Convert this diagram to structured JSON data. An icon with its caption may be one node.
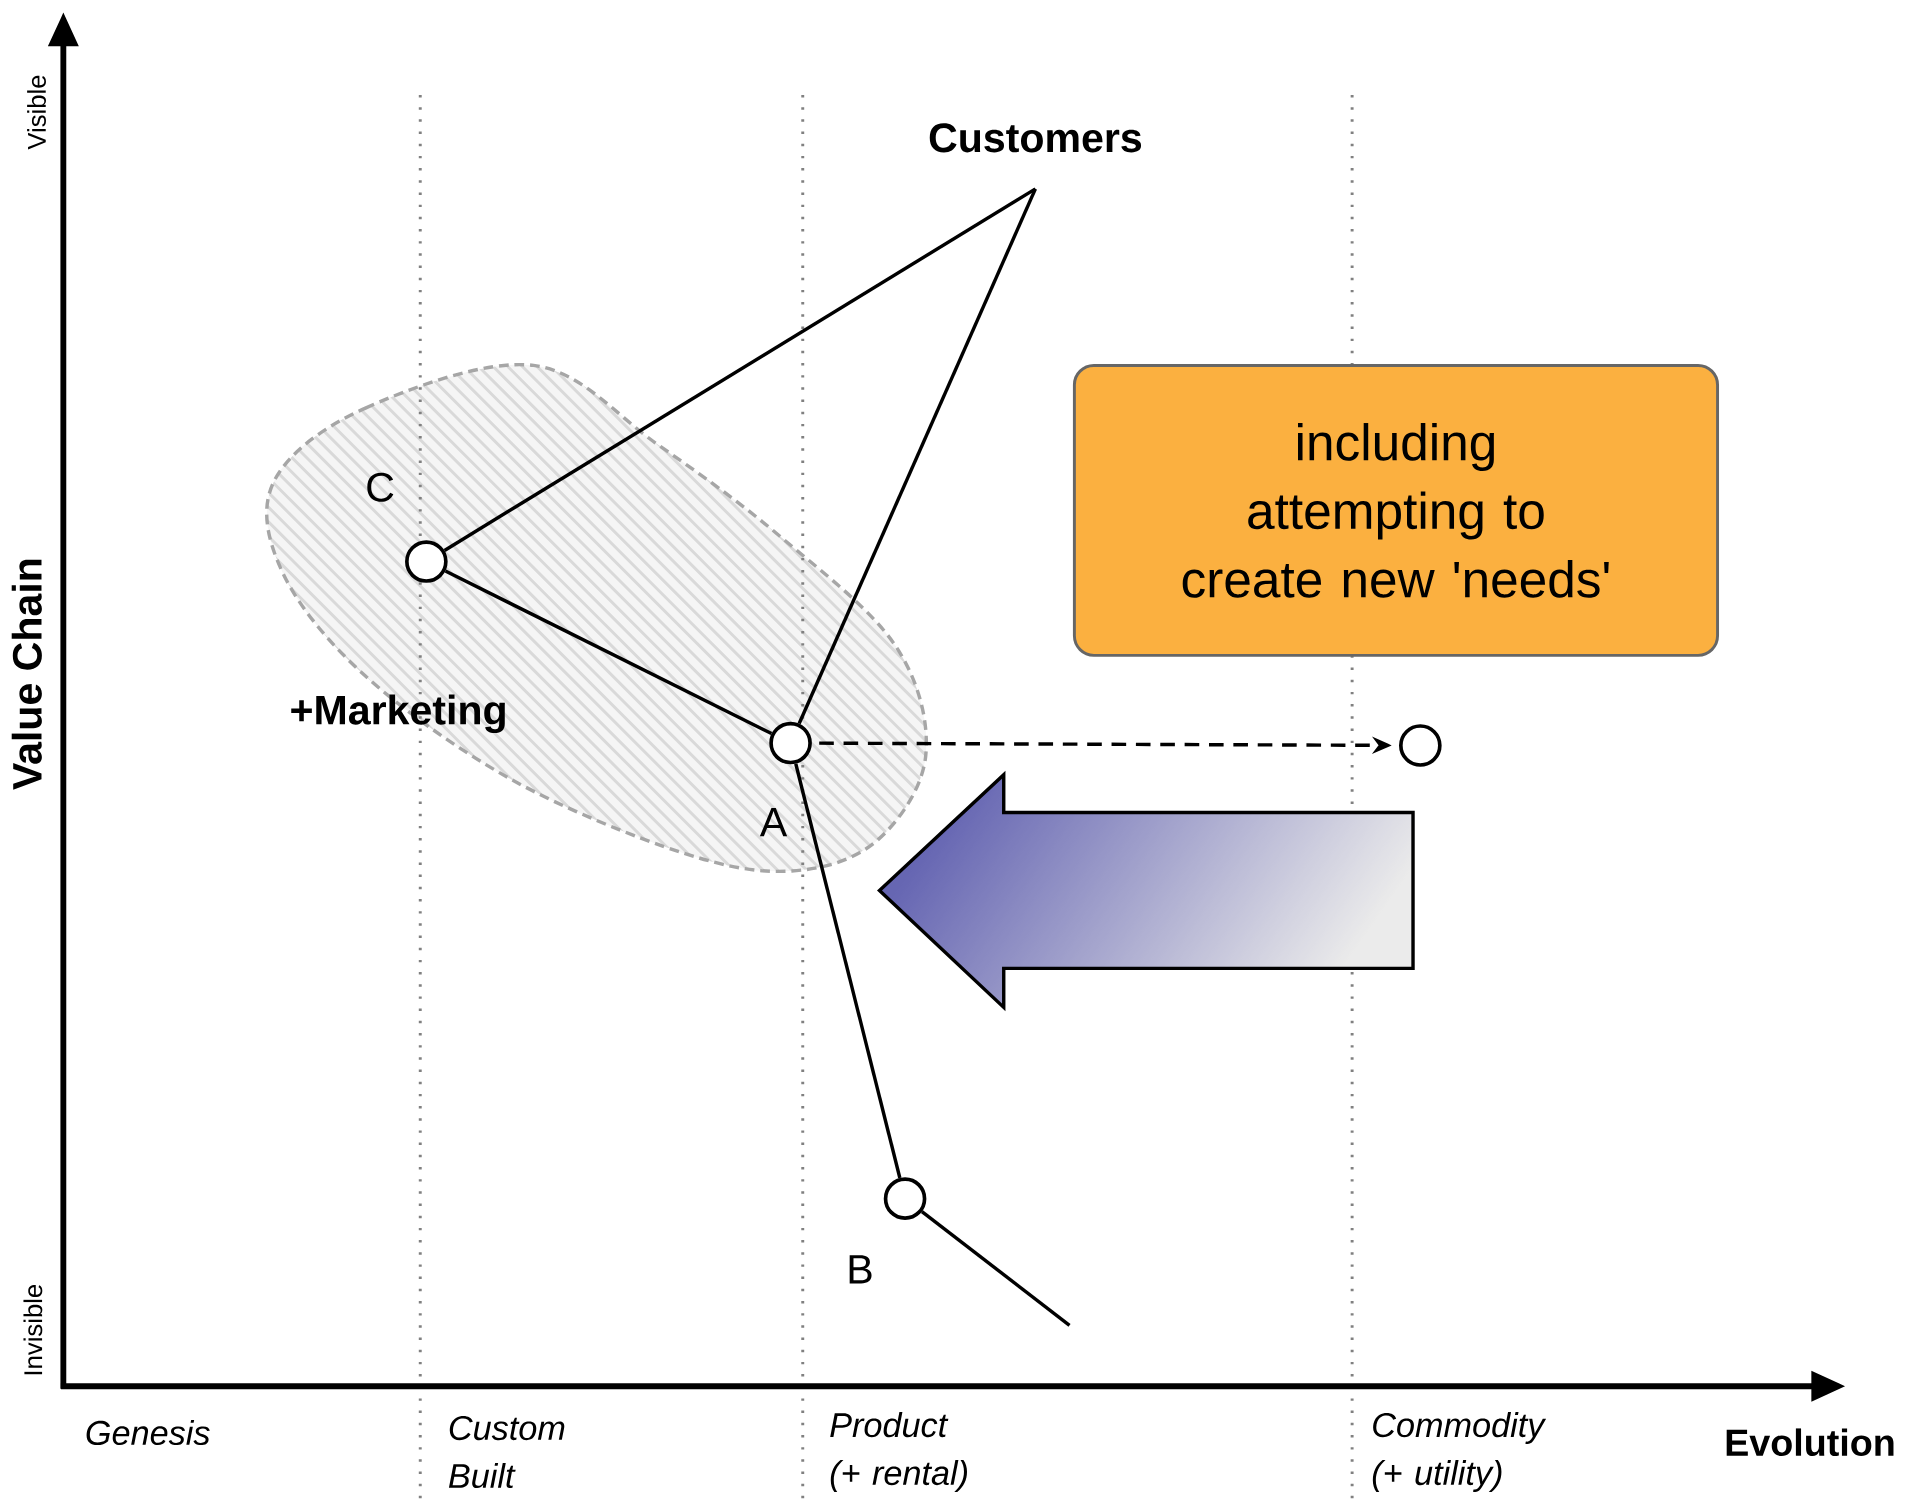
{
  "diagram": {
    "nodes": [
      {
        "text": [
          "Customers"
        ]
      },
      {
        "text": [],
        "shape": "circle",
        "beside": [
          "C"
        ]
      },
      {
        "text": [],
        "shape": "circle",
        "beside": [
          "A"
        ]
      },
      {
        "text": [],
        "shape": "circle",
        "beside": [
          "B"
        ]
      },
      {
        "text": [],
        "shape": "circle"
      },
      {
        "text": [
          "including attempting to create new 'needs'"
        ]
      }
    ],
    "edges": [
      {
        "from": 0,
        "to": 1,
        "arrow": "none"
      },
      {
        "from": 0,
        "to": 2,
        "arrow": "none"
      },
      {
        "from": 1,
        "to": 2,
        "arrow": "none"
      },
      {
        "from": 2,
        "to": 3,
        "arrow": "none"
      },
      {
        "from": 3,
        "to": null,
        "arrow": "none"
      },
      {
        "from": 2,
        "to": 4,
        "arrow": "to",
        "style": "dashed"
      }
    ],
    "labels": [
      "+Marketing",
      "Value Chain",
      "Visible",
      "Invisible",
      "Evolution",
      "Genesis",
      "Custom Built",
      "Product (+ rental)",
      "Commodity (+ utility)"
    ]
  }
}
